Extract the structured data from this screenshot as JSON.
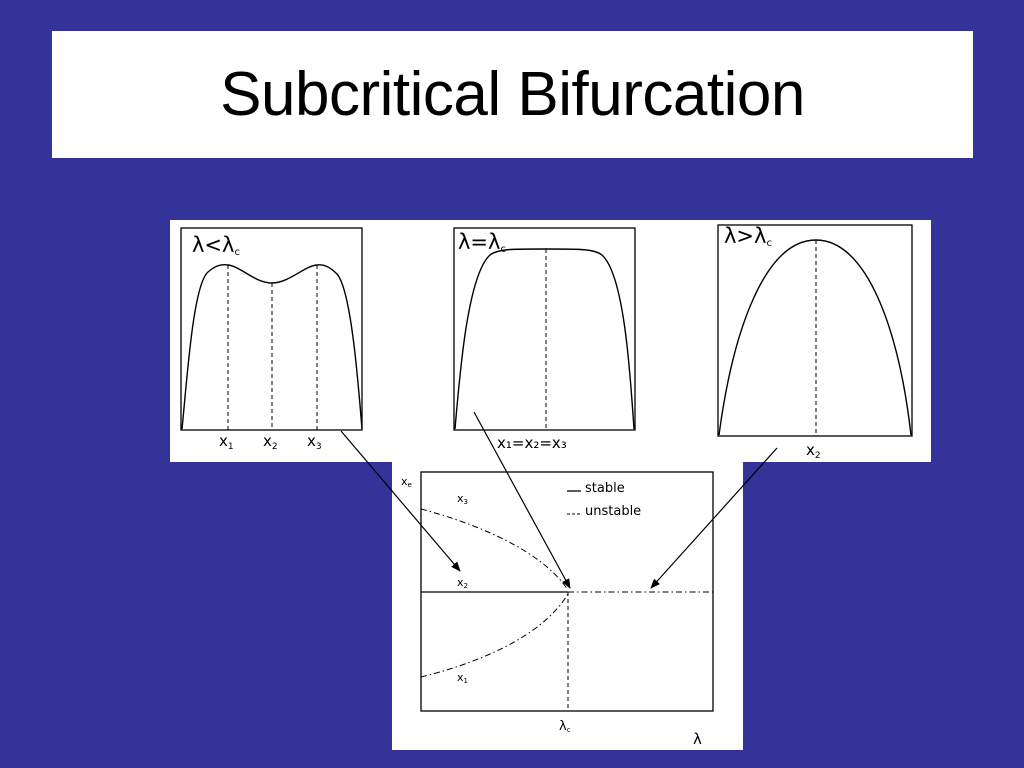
{
  "slide": {
    "title": "Subcritical Bifurcation",
    "background_color": "#333399",
    "panel_color": "#ffffff"
  },
  "panels": [
    {
      "id": "lambda-less",
      "condition": "λ<λ",
      "condition_sub": "c",
      "labels": [
        {
          "main": "x",
          "sub": "1"
        },
        {
          "main": "x",
          "sub": "2"
        },
        {
          "main": "x",
          "sub": "3"
        }
      ]
    },
    {
      "id": "lambda-equal",
      "condition": "λ=λ",
      "condition_sub": "c",
      "labels_text": "x₁=x₂=x₃"
    },
    {
      "id": "lambda-greater",
      "condition": "λ>λ",
      "condition_sub": "c",
      "labels": [
        {
          "main": "x",
          "sub": "2"
        }
      ]
    }
  ],
  "bifurcation": {
    "y_axis": {
      "main": "x",
      "sub": "e"
    },
    "x_axis": "λ",
    "critical": {
      "main": "λ",
      "sub": "c"
    },
    "branches": [
      {
        "main": "x",
        "sub": "3"
      },
      {
        "main": "x",
        "sub": "2"
      },
      {
        "main": "x",
        "sub": "1"
      }
    ],
    "legend": {
      "stable_label": "stable",
      "unstable_label": "unstable"
    }
  }
}
